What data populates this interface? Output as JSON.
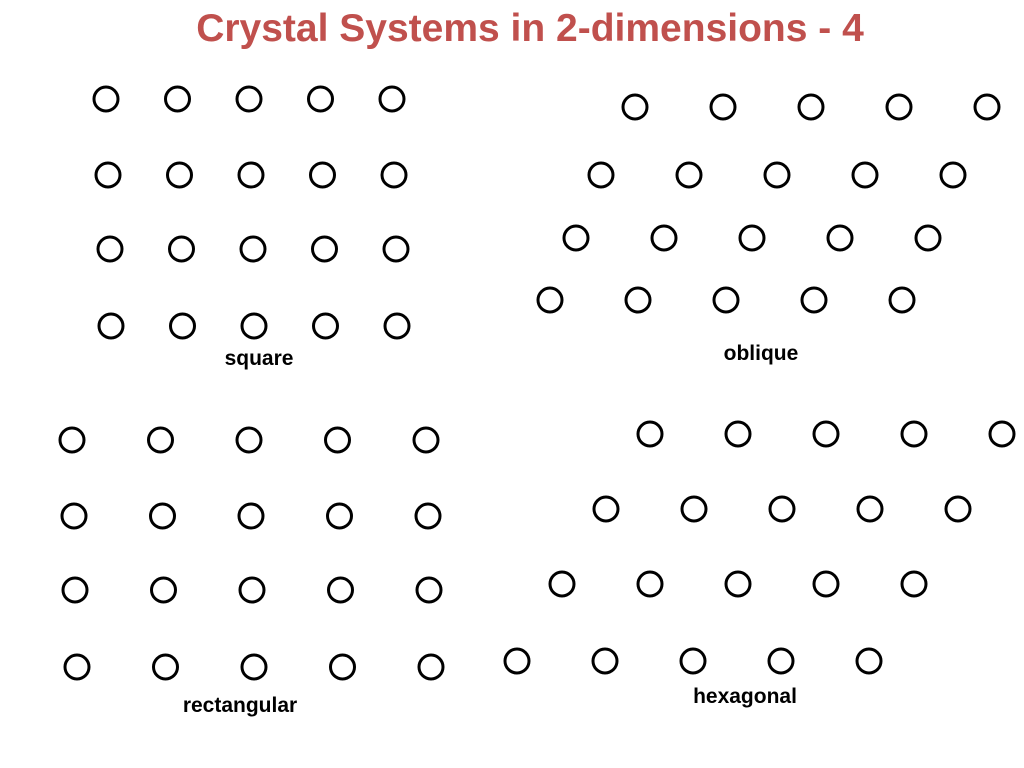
{
  "slide": {
    "title": "Crystal Systems in 2-dimensions - 4"
  },
  "colors": {
    "title": "#c0504d",
    "atom_stroke": "#000000",
    "background": "#ffffff"
  },
  "lattices": {
    "square": {
      "label": "square"
    },
    "oblique": {
      "label": "oblique"
    },
    "rectangular": {
      "label": "rectangular"
    },
    "hexagonal": {
      "label": "hexagonal"
    }
  }
}
